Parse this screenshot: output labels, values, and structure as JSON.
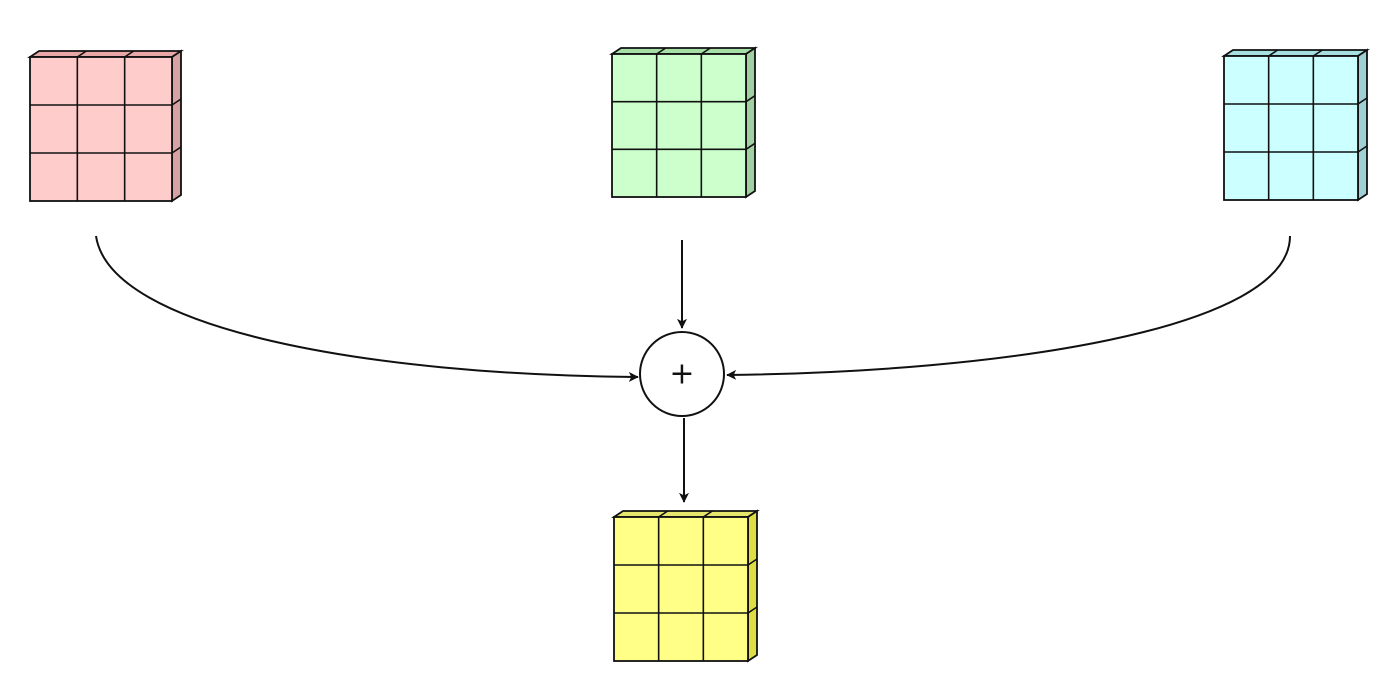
{
  "diagram": {
    "blocks": [
      {
        "id": "input-left",
        "grid": [
          3,
          3
        ],
        "colors": {
          "front": "#ffcccc",
          "top": "#eaa7a7",
          "side": "#d7a2a2"
        }
      },
      {
        "id": "input-center",
        "grid": [
          3,
          3
        ],
        "colors": {
          "front": "#ccffcc",
          "top": "#a7e0a7",
          "side": "#a2d0a2"
        }
      },
      {
        "id": "input-right",
        "grid": [
          3,
          3
        ],
        "colors": {
          "front": "#ccffff",
          "top": "#a7e0e0",
          "side": "#9fd0d4"
        }
      },
      {
        "id": "output",
        "grid": [
          3,
          3
        ],
        "colors": {
          "front": "#ffff88",
          "top": "#e6e66d",
          "side": "#dede44"
        }
      }
    ],
    "operator": {
      "id": "sum-node",
      "symbol": "+"
    },
    "edges": [
      {
        "from": "input-left",
        "to": "sum-node"
      },
      {
        "from": "input-center",
        "to": "sum-node"
      },
      {
        "from": "input-right",
        "to": "sum-node"
      },
      {
        "from": "sum-node",
        "to": "output"
      }
    ]
  }
}
